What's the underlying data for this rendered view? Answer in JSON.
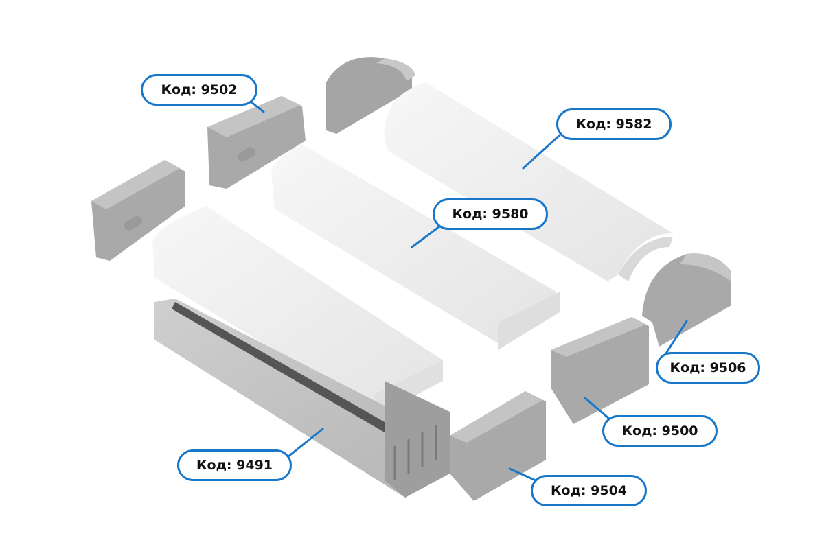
{
  "accent_color": "#1877c9",
  "labels": {
    "l9502": "Код: 9502",
    "l9582": "Код: 9582",
    "l9580": "Код: 9580",
    "l9506": "Код: 9506",
    "l9500": "Код: 9500",
    "l9491": "Код: 9491",
    "l9504": "Код: 9504"
  }
}
